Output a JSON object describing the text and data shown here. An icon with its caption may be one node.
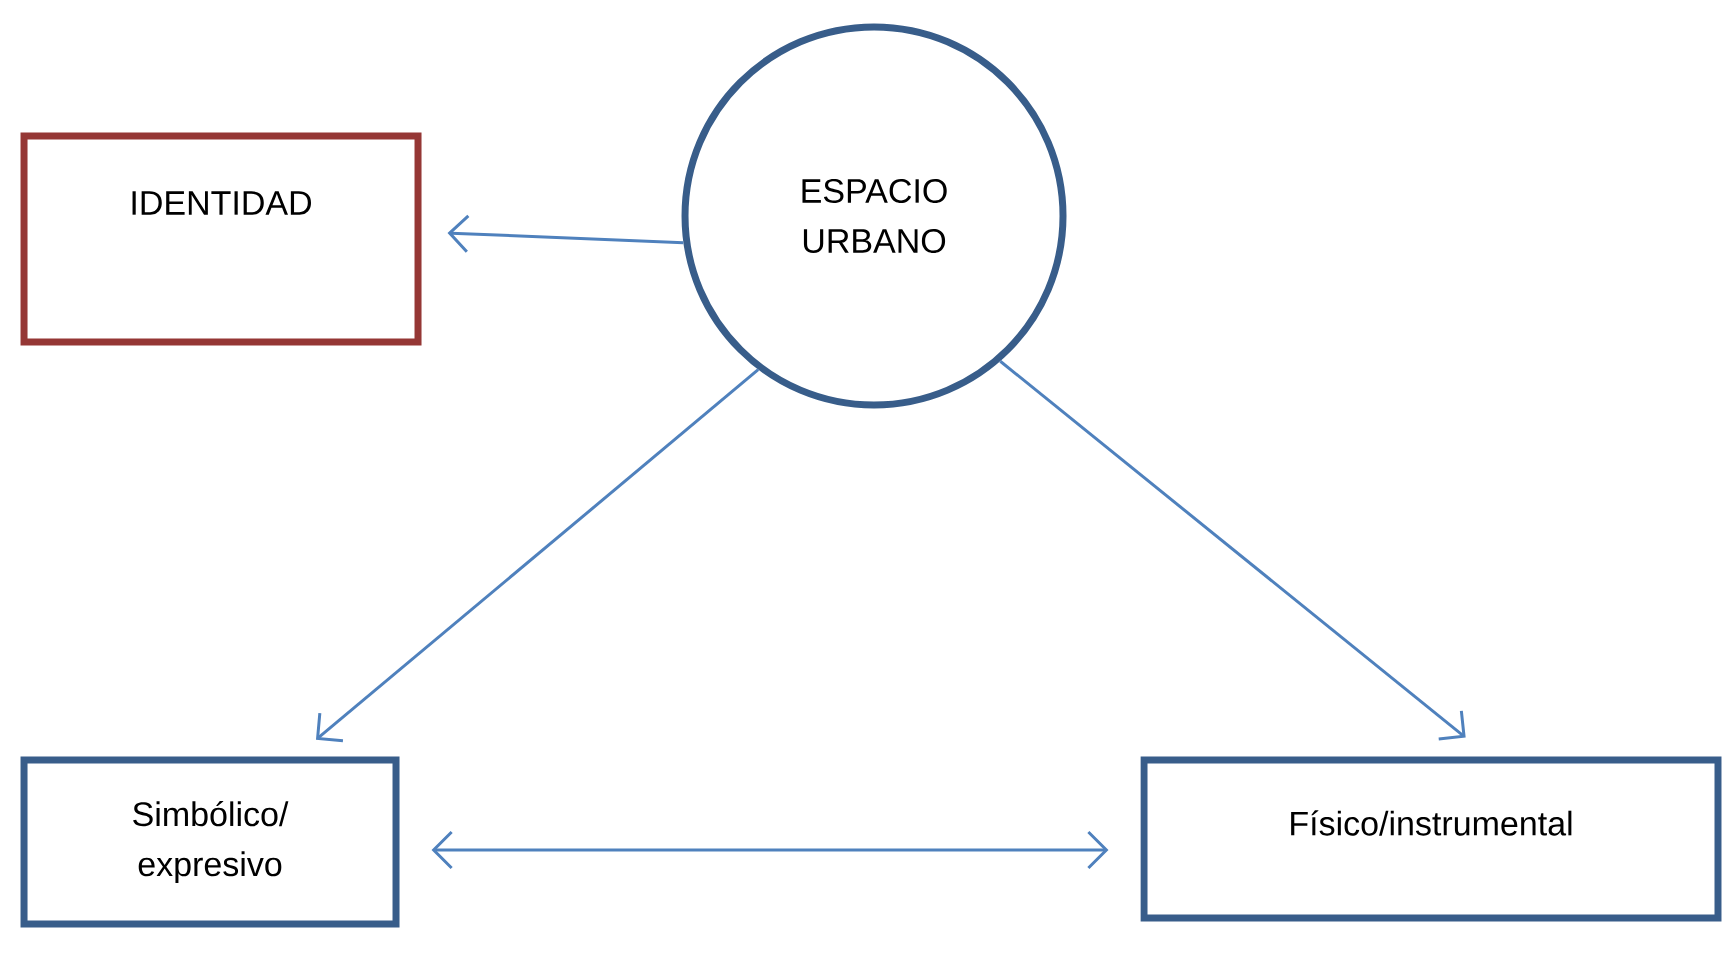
{
  "diagram": {
    "nodes": [
      {
        "text": [
          "ESPACIO URBANO"
        ]
      },
      {
        "text": [
          "IDENTIDAD"
        ]
      },
      {
        "text": [
          "Simbólico/ expresivo"
        ]
      },
      {
        "text": [
          "Físico/instrumental"
        ]
      }
    ],
    "edges": [
      {
        "from": 0,
        "to": 1,
        "arrow": "to"
      },
      {
        "from": 0,
        "to": 2,
        "arrow": "to"
      },
      {
        "from": 0,
        "to": 3,
        "arrow": "to"
      },
      {
        "from": 2,
        "to": 3,
        "arrow": "both"
      }
    ]
  }
}
